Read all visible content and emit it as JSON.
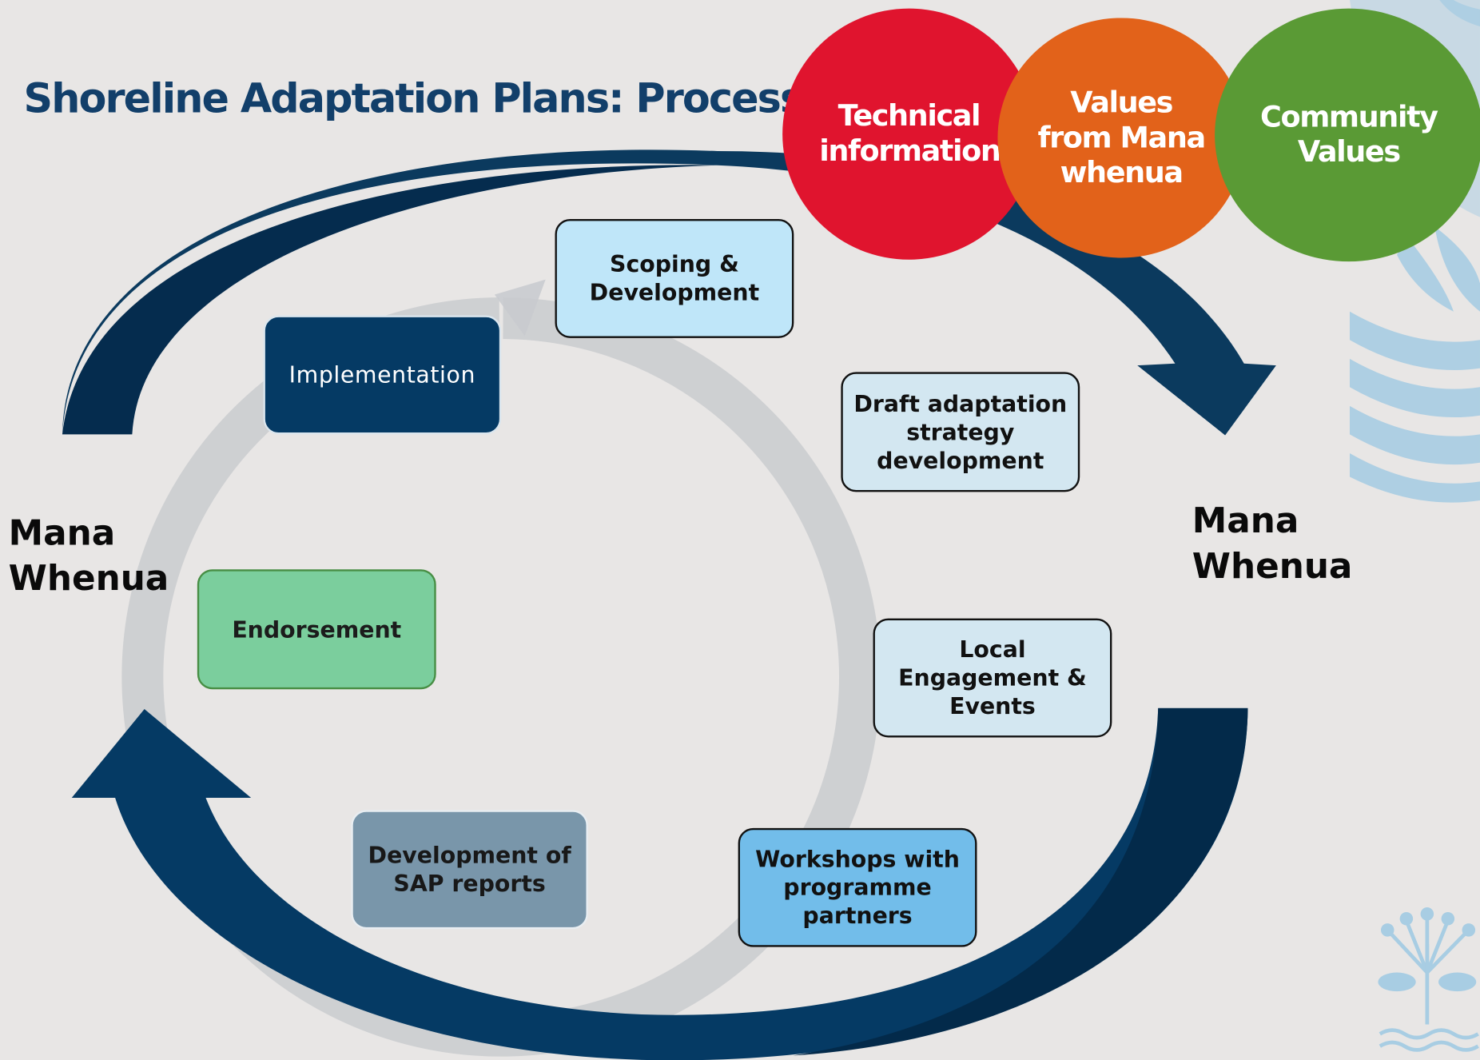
{
  "title": "Shoreline Adaptation Plans: Process",
  "inputs": {
    "technical": "Technical information",
    "mana_whenua_values": "Values from Mana whenua",
    "community": "Community Values"
  },
  "process_steps": {
    "scoping": "Scoping & Development",
    "draft": "Draft adaptation strategy development",
    "engagement": "Local Engagement & Events",
    "workshops": "Workshops with programme partners",
    "reports": "Development of SAP reports",
    "endorsement": "Endorsement",
    "implementation": "Implementation"
  },
  "side_labels": {
    "left": "Mana\nWhenua",
    "right": "Mana\nWhenua"
  },
  "colors": {
    "title": "#123f6a",
    "navy_arrow": "#0b3a5e",
    "technical": "#e0142e",
    "mana_whenua": "#e2621a",
    "community": "#5a9a35",
    "scoping": "#bfe6f9",
    "draft": "#d3e7f1",
    "engagement": "#d3e7f1",
    "workshops": "#72bdea",
    "reports": "#7593a8",
    "endorsement": "#75cd99",
    "implementation": "#053a64",
    "process_ring": "#c9cbcf",
    "decoration": "#a8cde3"
  }
}
